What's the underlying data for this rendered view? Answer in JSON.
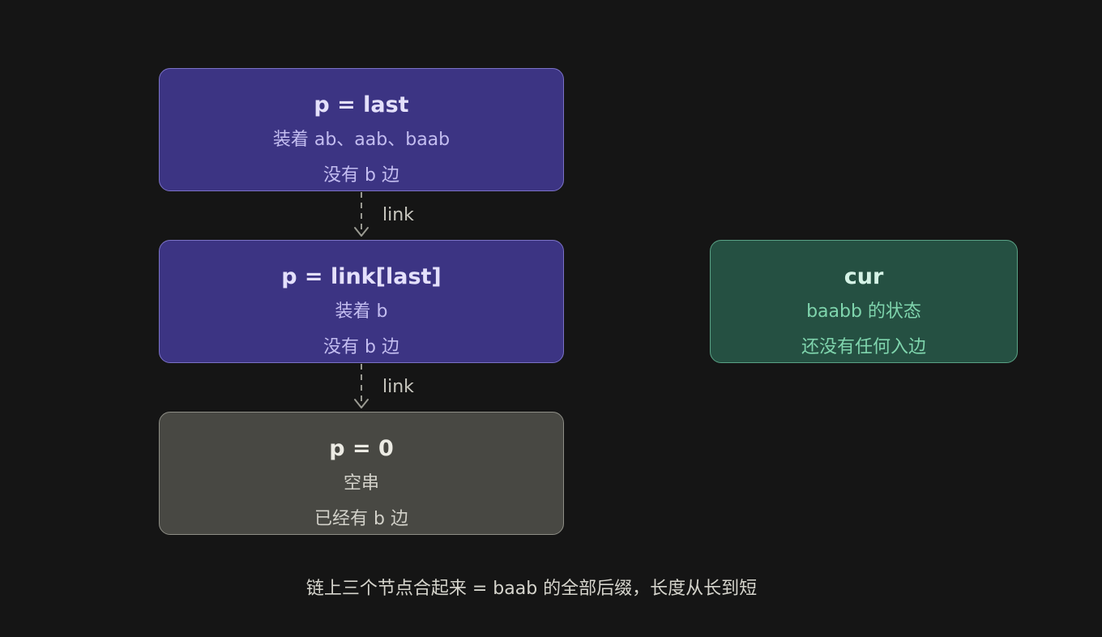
{
  "nodes": {
    "last": {
      "title": "p = last",
      "line1": "装着 ab、aab、baab",
      "line2": "没有 b 边"
    },
    "link_last": {
      "title": "p = link[last]",
      "line1": "装着 b",
      "line2": "没有 b 边"
    },
    "zero": {
      "title": "p = 0",
      "line1": "空串",
      "line2": "已经有 b 边"
    },
    "cur": {
      "title": "cur",
      "line1": "baabb 的状态",
      "line2": "还没有任何入边"
    }
  },
  "edges": [
    {
      "label": "link"
    },
    {
      "label": "link"
    }
  ],
  "caption": "链上三个节点合起来 = baab 的全部后缀，长度从长到短",
  "colors": {
    "background": "#151515",
    "purple_fill": "#3c3483",
    "gray_fill": "#484843",
    "green_fill": "#255042",
    "arrow": "#9a9a92"
  }
}
